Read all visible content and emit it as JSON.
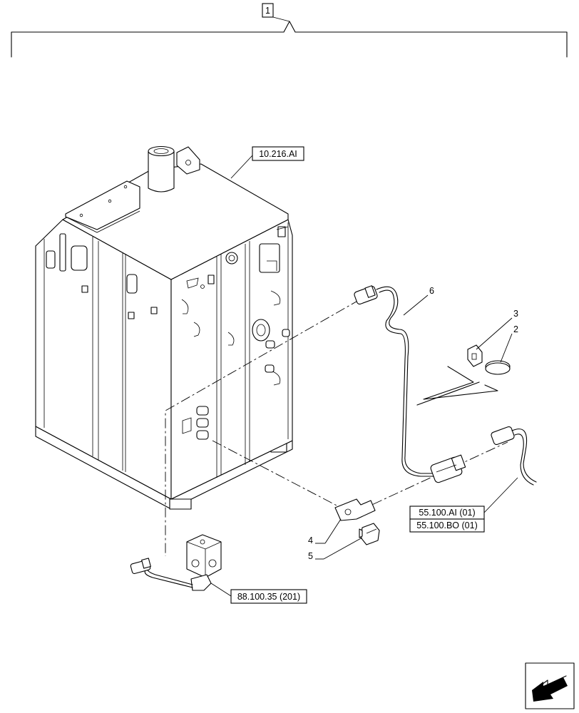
{
  "assembly_label": "1",
  "references": {
    "tank": "10.216.AI",
    "harness_a": "55.100.AI (01)",
    "harness_b": "55.100.BO (01)",
    "valve": "88.100.35 (201)"
  },
  "callouts": {
    "item_2": "2",
    "item_3": "3",
    "item_4": "4",
    "item_5": "5",
    "item_6": "6"
  },
  "nav": {
    "icon": "arrow-next-page-icon"
  }
}
